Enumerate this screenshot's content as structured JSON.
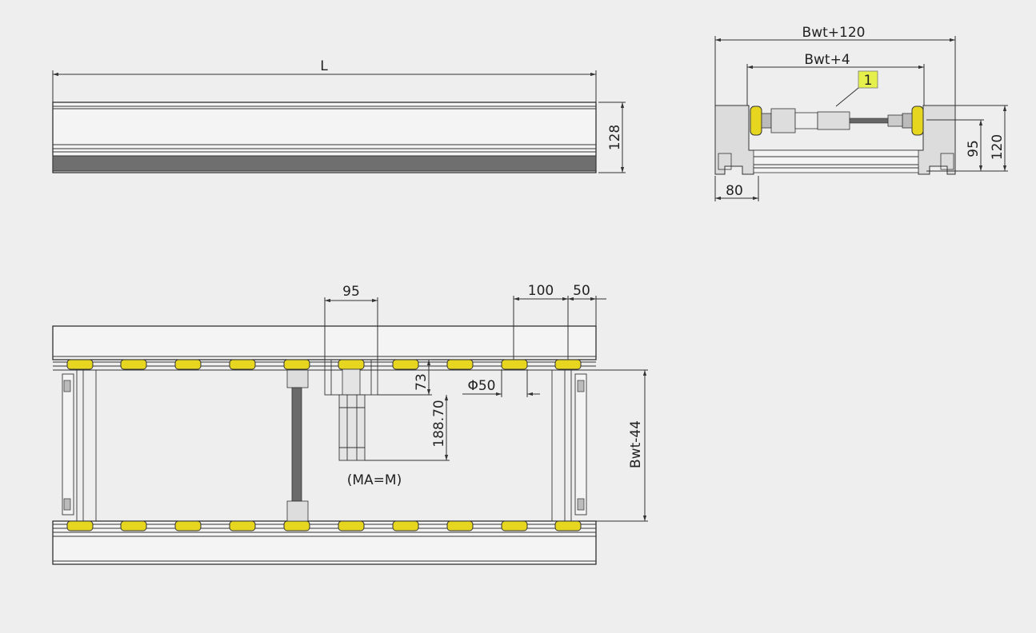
{
  "side_view": {
    "length_label": "L",
    "height_label": "128"
  },
  "end_view": {
    "overall_width_label": "Bwt+120",
    "inner_width_label": "Bwt+4",
    "callout_number": "1",
    "height_inner_label": "95",
    "height_outer_label": "120",
    "profile_width_label": "80"
  },
  "top_view": {
    "motor_width_label": "95",
    "roller_pitch_label": "100",
    "end_offset_label": "50",
    "roller_dia_label": "Φ50",
    "motor_offset_label": "73",
    "motor_length_label": "188.70",
    "motor_note": "(MA=M)",
    "inner_span_label": "Bwt-44"
  },
  "colors": {
    "roller": "#e6d61f",
    "callout": "#e6f04a",
    "background": "#eeeeee"
  }
}
